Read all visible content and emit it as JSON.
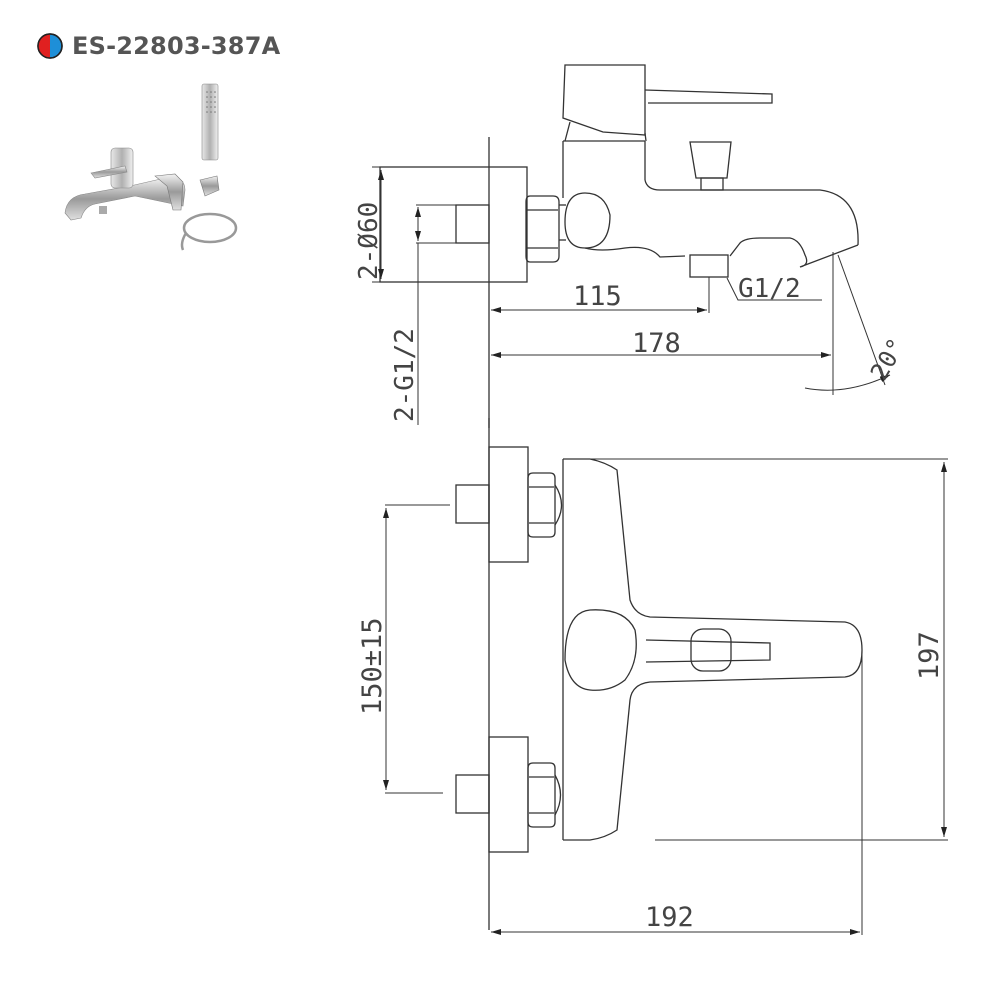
{
  "header": {
    "model_code": "ES-22803-387A",
    "icon": "hot-cold-indicator-icon",
    "hot_color": "#e02020",
    "cold_color": "#1e8fd8"
  },
  "thumbnail": {
    "items": [
      "bath-mixer",
      "hand-shower",
      "shower-holder",
      "shower-hose"
    ]
  },
  "side_view": {
    "dim_inlet_diameter": "2-Ø60",
    "dim_inlet_thread": "2-G1/2",
    "dim_outlet_thread": "G1/2",
    "dim_outlet_distance": "115",
    "dim_total_depth": "178",
    "dim_spout_angle": "20°"
  },
  "top_view": {
    "dim_centers": "150±15",
    "dim_height": "197",
    "dim_width": "192"
  },
  "colors": {
    "line": "#333333",
    "text": "#444444",
    "title": "#555555"
  }
}
